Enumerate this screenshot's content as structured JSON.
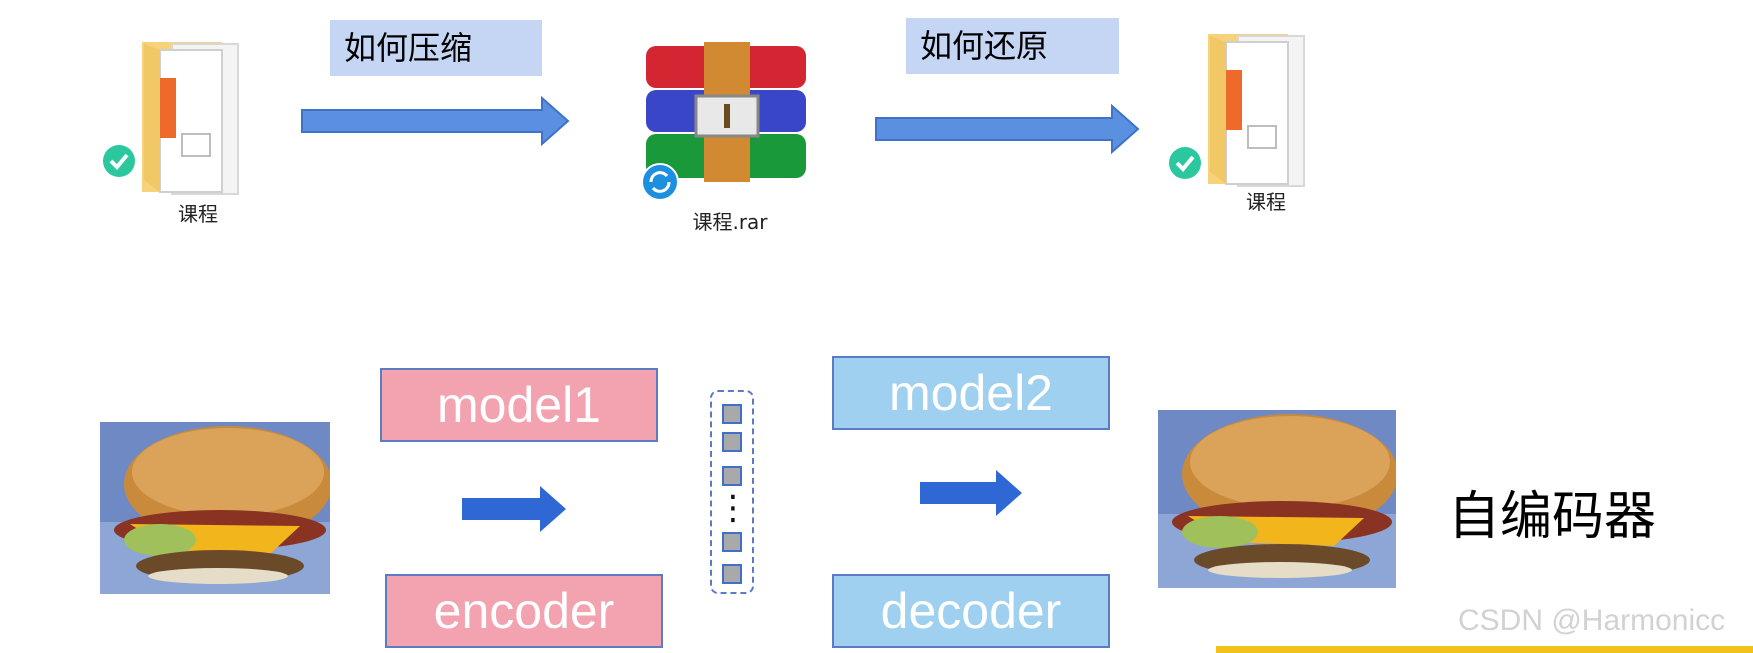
{
  "top": {
    "source_folder_label": "课程",
    "archive_label": "课程.rar",
    "restored_folder_label": "课程",
    "compress_question": "如何压缩",
    "restore_question": "如何还原"
  },
  "bottom": {
    "model1_label": "model1",
    "encoder_label": "encoder",
    "model2_label": "model2",
    "decoder_label": "decoder",
    "latent_dots": "⋮",
    "title": "自编码器"
  },
  "watermark": "CSDN @Harmonicc",
  "colors": {
    "tag_bg": "#c5d6f5",
    "arrow_top": "#5b8fe0",
    "arrow_bottom": "#2f67d4",
    "pink_box": "#f2a3af",
    "blue_box": "#9fd0ef",
    "box_border": "#5b7bc4",
    "highlight_bar": "#f2c21b"
  },
  "icons": [
    "folder-icon",
    "check-icon",
    "winrar-archive-icon",
    "sync-icon",
    "arrow-right-icon",
    "burger-image"
  ]
}
